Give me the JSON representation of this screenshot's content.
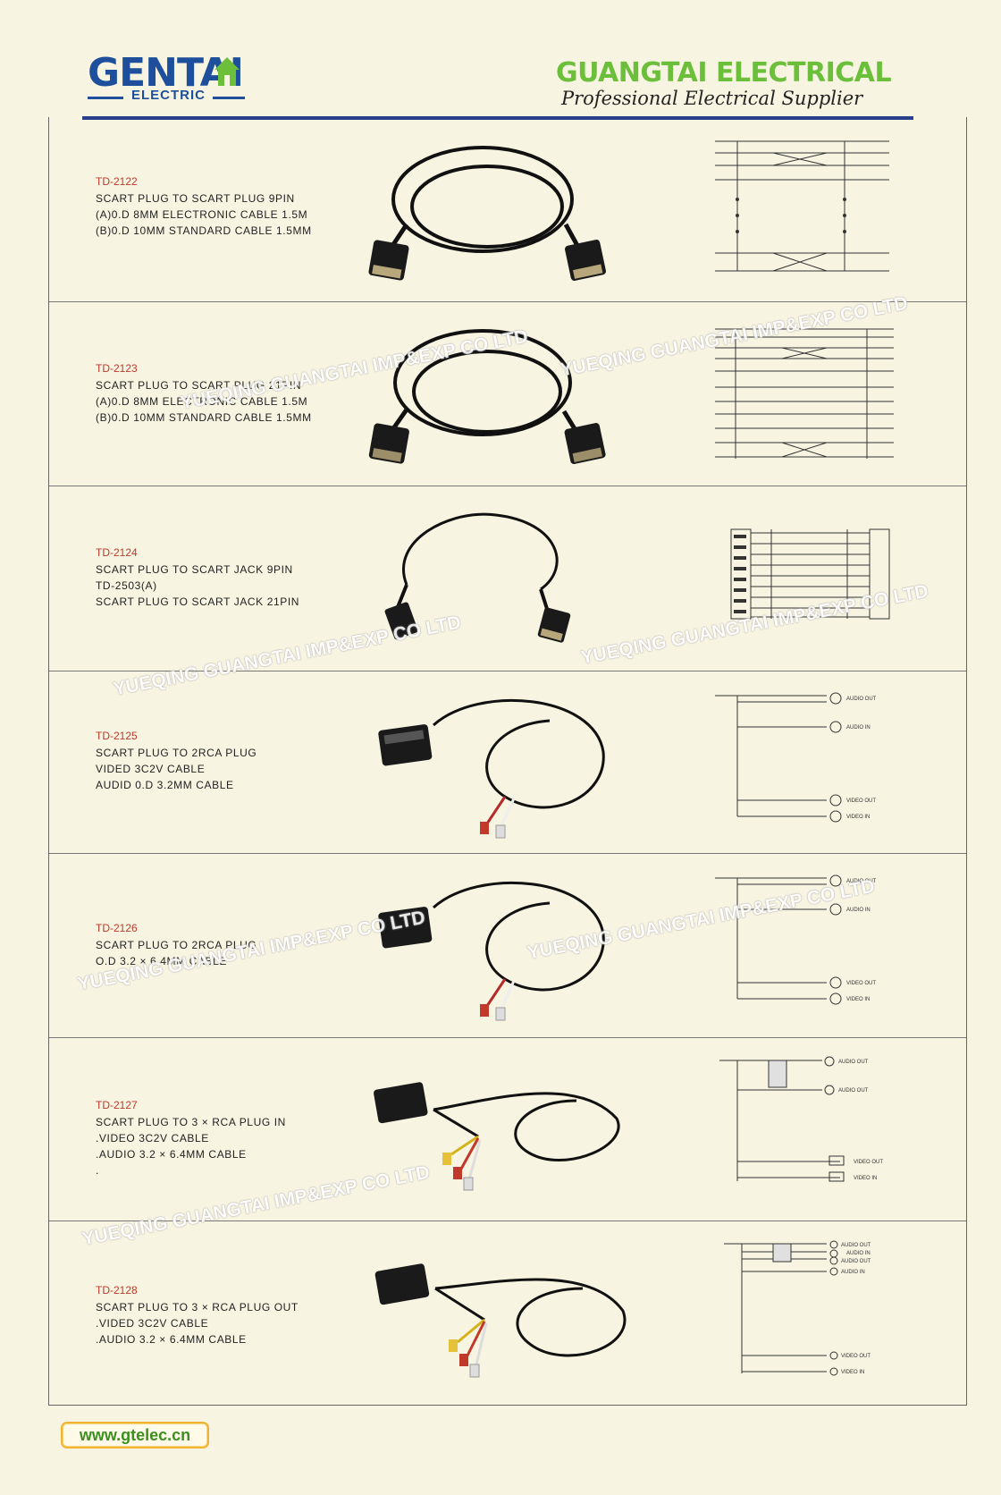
{
  "brand": {
    "logo_word": "GENTAI",
    "logo_sub": "ELECTRIC",
    "company_name": "GUANGTAI ELECTRICAL",
    "tagline": "Professional Electrical Supplier"
  },
  "watermark_text": "YUEQING GUANGTAI IMP&EXP CO LTD",
  "products": [
    {
      "code": "TD-2122",
      "lines": [
        "SCART PLUG TO SCART PLUG 9PIN",
        "(A)0.D 8MM ELECTRONIC CABLE 1.5M",
        "(B)0.D 10MM STANDARD CABLE 1.5MM"
      ]
    },
    {
      "code": "TD-2123",
      "lines": [
        "SCART PLUG TO SCART PLUG 21PIN",
        "(A)0.D 8MM ELECTRONIC CABLE 1.5M",
        "(B)0.D 10MM STANDARD CABLE  1.5MM"
      ]
    },
    {
      "code": "TD-2124",
      "lines": [
        "SCART PLUG TO SCART JACK 9PIN",
        "TD-2503(A)",
        "SCART PLUG TO SCART JACK 21PIN"
      ]
    },
    {
      "code": "TD-2125",
      "lines": [
        "SCART PLUG TO 2RCA PLUG",
        "VIDED 3C2V CABLE",
        "AUDID 0.D 3.2MM CABLE"
      ]
    },
    {
      "code": "TD-2126",
      "lines": [
        "SCART PLUG TO 2RCA PLUG",
        "O.D 3.2 × 6.4MM CABLE"
      ]
    },
    {
      "code": "TD-2127",
      "lines": [
        "SCART PLUG TO 3 × RCA PLUG IN",
        ".VIDEO 3C2V CABLE",
        ".AUDIO 3.2 × 6.4MM CABLE",
        "."
      ]
    },
    {
      "code": "TD-2128",
      "lines": [
        "SCART PLUG TO 3 × RCA PLUG OUT",
        ".VIDED 3C2V CABLE",
        ".AUDIO 3.2 × 6.4MM CABLE"
      ]
    }
  ],
  "diagram_labels": {
    "audio_out": "AUDIO OUT",
    "audio_in": "AUDIO IN",
    "video_out": "VIDEO OUT",
    "video_in": "VIDEO IN"
  },
  "website": "www.gtelec.cn",
  "colors": {
    "brand_blue": "#1d4f9c",
    "brand_green": "#6bbf3a",
    "code_red": "#c0392b",
    "rule_navy": "#2a3f8c"
  }
}
